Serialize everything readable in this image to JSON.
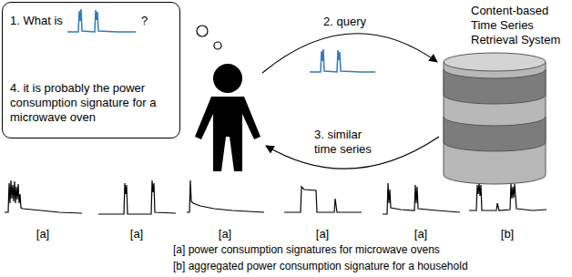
{
  "diagram": {
    "nodes": [
      {
        "text": [
          "1. What is",
          "?",
          "4. it is probably the power consumption signature for a microwave oven"
        ]
      },
      {
        "text": [
          "Content-based Time Series Retrieval System"
        ]
      }
    ],
    "labels": [
      "2. query",
      "3. similar time series",
      "[a]",
      "[a]",
      "[a]",
      "[a]",
      "[a]",
      "[b]"
    ],
    "legend": [
      {
        "text": "[a] power consumption signatures for microwave ovens"
      },
      {
        "text": "[b] aggregated power consumption signature for a household"
      }
    ]
  }
}
